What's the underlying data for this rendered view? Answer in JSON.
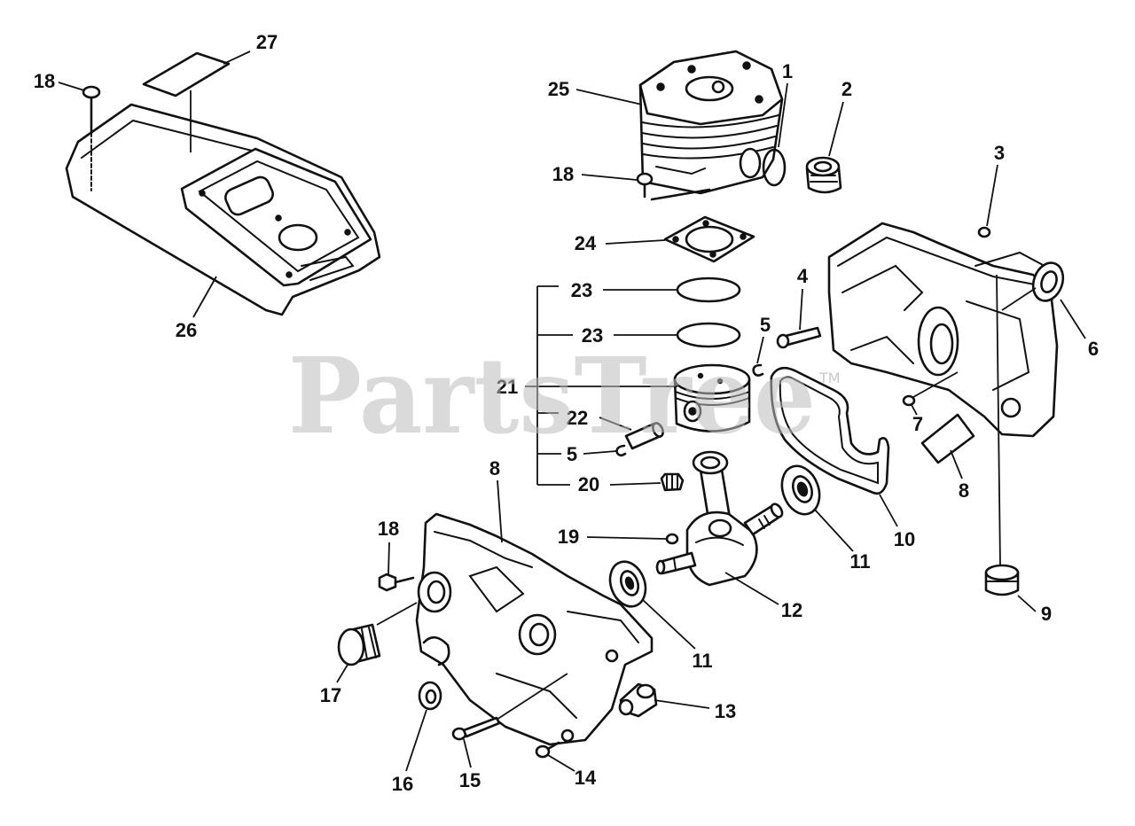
{
  "watermark": {
    "text": "PartsTree",
    "tm": "TM"
  },
  "callouts": [
    "27",
    "18",
    "26",
    "25",
    "1",
    "2",
    "18",
    "3",
    "24",
    "23",
    "23",
    "21",
    "22",
    "5",
    "20",
    "4",
    "5",
    "6",
    "7",
    "8",
    "8",
    "18",
    "17",
    "16",
    "15",
    "14",
    "13",
    "19",
    "12",
    "11",
    "11",
    "10",
    "9"
  ]
}
